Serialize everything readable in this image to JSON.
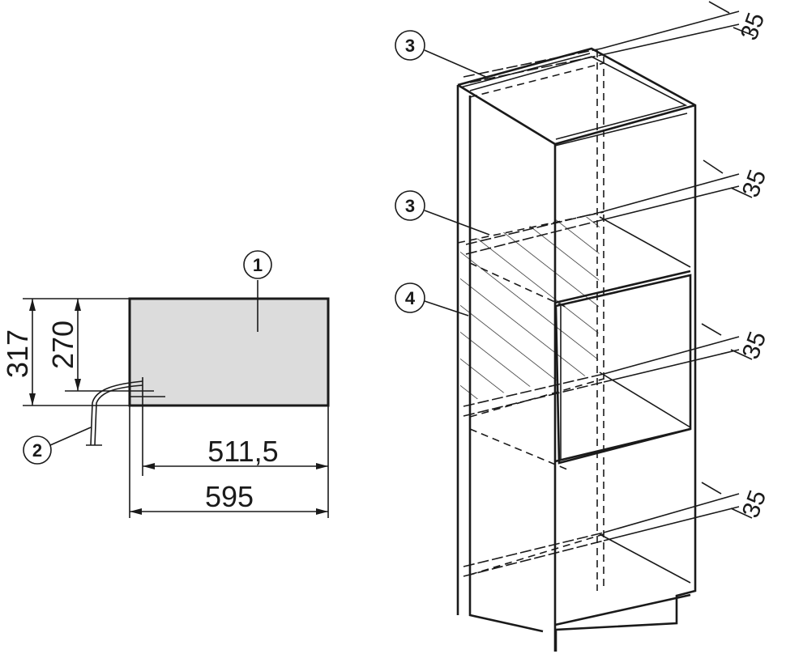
{
  "callouts": {
    "appliance": "1",
    "connection": "2",
    "vent_top": "3",
    "vent_middle": "3",
    "opening": "4"
  },
  "dimensions": {
    "total_height": "317",
    "inner_height": "270",
    "inner_depth": "511,5",
    "total_depth": "595",
    "vent_1": "35",
    "vent_2": "35",
    "vent_3": "35",
    "vent_4": "35"
  },
  "colors": {
    "line": "#1a1a1a",
    "appliance_fill": "#dcdcdc",
    "background": "#ffffff"
  }
}
